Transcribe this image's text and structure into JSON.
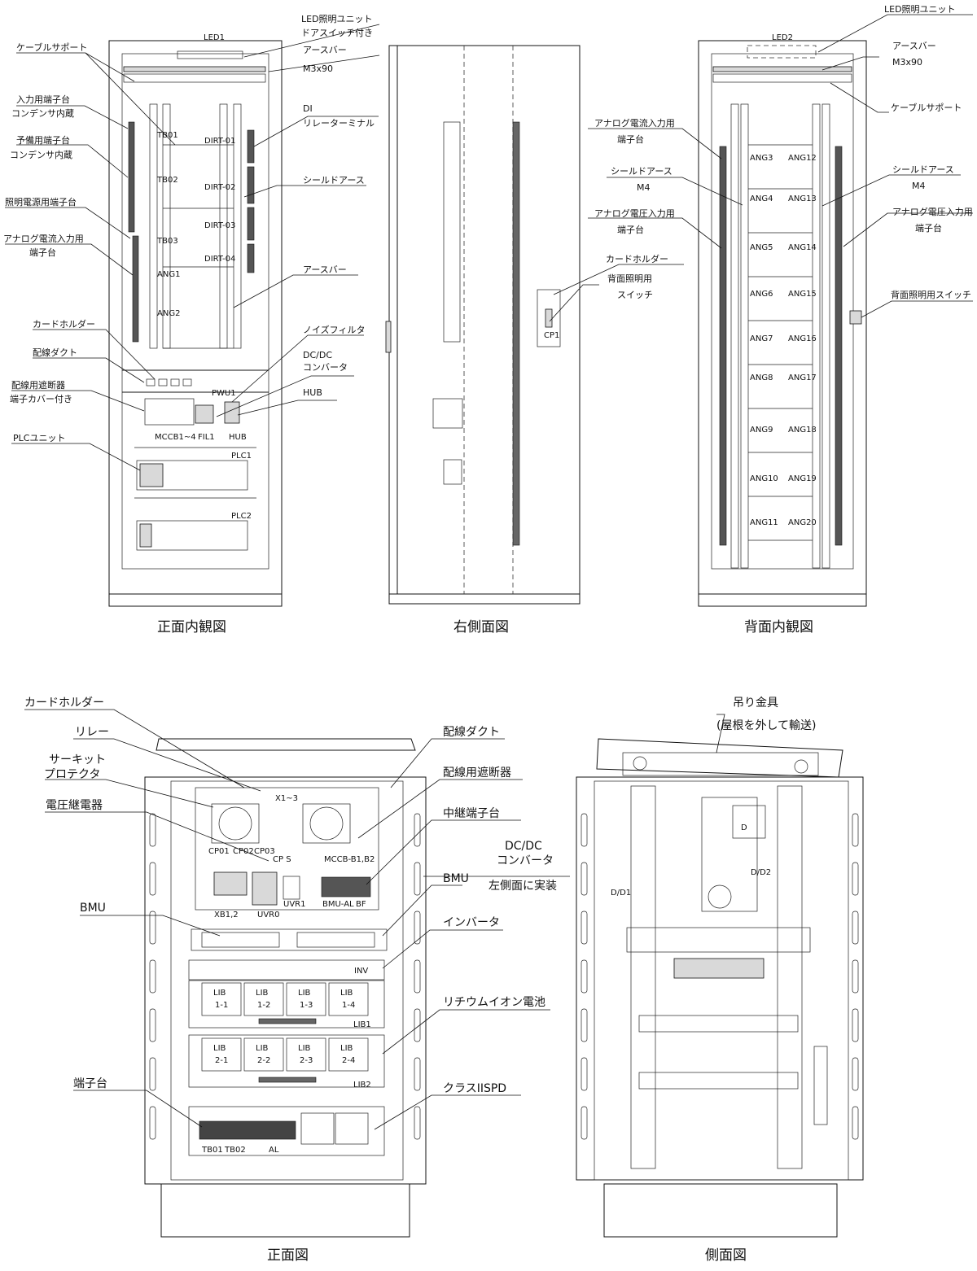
{
  "views": {
    "front_interior": {
      "caption": "正面内観図",
      "labels": {
        "led1": "LED1",
        "led_unit_1": "LED照明ユニット",
        "led_unit_2": "ドアスイッチ付き",
        "earth_bar_1": "アースバー",
        "earth_bar_1b": "M3x90",
        "cable_support": "ケーブルサポート",
        "input_tb_1": "入力用端子台",
        "input_tb_2": "コンデンサ内蔵",
        "spare_tb_1": "予備用端子台",
        "spare_tb_2": "コンデンサ内蔵",
        "light_power_tb": "照明電源用端子台",
        "analog_current_1": "アナログ電流入力用",
        "analog_current_2": "端子台",
        "card_holder": "カードホルダー",
        "wiring_duct": "配線ダクト",
        "breaker_1": "配線用遮断器",
        "breaker_2": "端子カバー付き",
        "plc_unit": "PLCユニット",
        "di_1": "DI",
        "di_2": "リレーターミナル",
        "shield_earth": "シールドアース",
        "earth_bar_2": "アースバー",
        "noise_filter": "ノイズフィルタ",
        "dcdc_1": "DC/DC",
        "dcdc_2": "コンバータ",
        "hub": "HUB"
      },
      "tags": {
        "tb01": "TB01",
        "tb02": "TB02",
        "tb03": "TB03",
        "ang1": "ANG1",
        "ang2": "ANG2",
        "dirt01": "DIRT-01",
        "dirt02": "DIRT-02",
        "dirt03": "DIRT-03",
        "dirt04": "DIRT-04",
        "pwu1": "PWU1",
        "mccb": "MCCB1~4",
        "fil1": "FIL1",
        "hub": "HUB",
        "plc1": "PLC1",
        "plc2": "PLC2"
      }
    },
    "right_side": {
      "caption": "右側面図",
      "tags": {
        "cp1": "CP1"
      }
    },
    "rear_interior": {
      "caption": "背面内観図",
      "labels": {
        "led2": "LED2",
        "led_unit": "LED照明ユニット",
        "earth_bar": "アースバー",
        "earth_bar_b": "M3x90",
        "cable_support": "ケーブルサポート",
        "analog_current_1": "アナログ電流入力用",
        "analog_current_2": "端子台",
        "shield_earth_l1": "シールドアース",
        "shield_earth_l2": "M4",
        "analog_voltage_l1": "アナログ電圧入力用",
        "analog_voltage_l2": "端子台",
        "card_holder": "カードホルダー",
        "rear_light_1": "背面照明用",
        "rear_light_2": "スイッチ",
        "shield_earth_r1": "シールドアース",
        "shield_earth_r2": "M4",
        "analog_voltage_r1": "アナログ電圧入力用",
        "analog_voltage_r2": "端子台",
        "rear_light_switch": "背面照明用スイッチ"
      },
      "left_tags": [
        "ANG3",
        "ANG4",
        "ANG5",
        "ANG6",
        "ANG7",
        "ANG8",
        "ANG9",
        "ANG10",
        "ANG11"
      ],
      "right_tags": [
        "ANG12",
        "ANG13",
        "ANG14",
        "ANG15",
        "ANG16",
        "ANG17",
        "ANG18",
        "ANG19",
        "ANG20"
      ]
    },
    "front": {
      "caption": "正面図",
      "labels": {
        "card_holder": "カードホルダー",
        "relay": "リレー",
        "circuit_protector_1": "サーキット",
        "circuit_protector_2": "プロテクタ",
        "voltage_relay": "電圧継電器",
        "bmu_left": "BMU",
        "terminal_block": "端子台",
        "wiring_duct": "配線ダクト",
        "breaker": "配線用遮断器",
        "relay_tb": "中継端子台",
        "dcdc_1": "DC/DC",
        "dcdc_2": "コンバータ",
        "dcdc_3": "左側面に実装",
        "bmu_right": "BMU",
        "inverter": "インバータ",
        "lithium": "リチウムイオン電池",
        "spd": "クラスIISPD"
      },
      "tags": {
        "x1": "X1~3",
        "cp": "CP01",
        "cp2": "CP02",
        "cp3": "CP03",
        "cps": "CP S",
        "mccb": "MCCB-B1,B2",
        "xb": "XB1,2",
        "uvr0": "UVR0",
        "uvr1": "UVR1",
        "bmu_al": "BMU-AL",
        "bf": "BF",
        "inv": "INV",
        "lib1": "LIB1",
        "lib2": "LIB2",
        "tb01": "TB01",
        "tb02": "TB02",
        "al": "AL"
      },
      "lib_row1": [
        "LIB\n1-1",
        "LIB\n1-2",
        "LIB\n1-3",
        "LIB\n1-4"
      ],
      "lib_row2": [
        "LIB\n2-1",
        "LIB\n2-2",
        "LIB\n2-3",
        "LIB\n2-4"
      ]
    },
    "side": {
      "caption": "側面図",
      "labels": {
        "hanger_1": "吊り金具",
        "hanger_2": "(屋根を外して輸送)"
      },
      "tags": {
        "d_d1": "D/D1",
        "d_d2": "D/D2",
        "d": "D"
      }
    }
  }
}
